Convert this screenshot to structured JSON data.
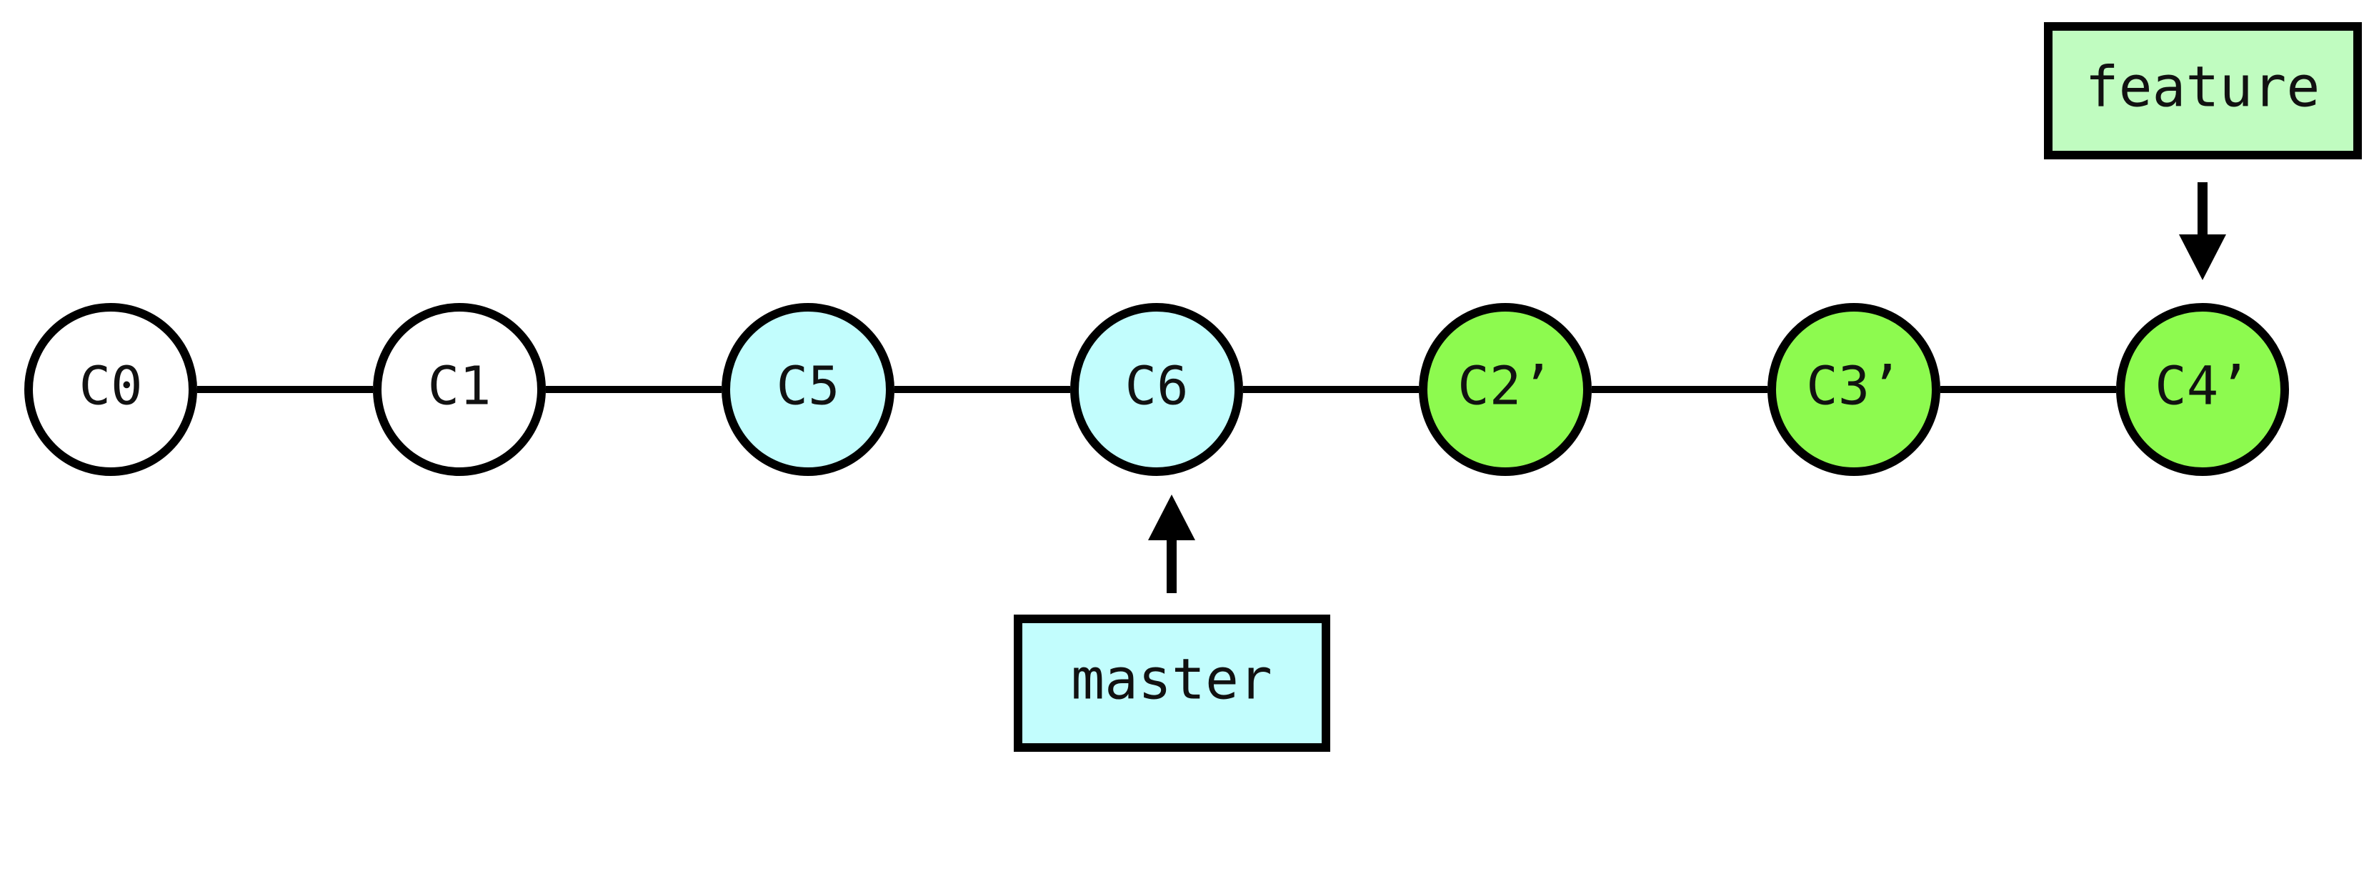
{
  "commits": [
    {
      "id": "C0",
      "label": "C0",
      "fill": "#ffffff"
    },
    {
      "id": "C1",
      "label": "C1",
      "fill": "#ffffff"
    },
    {
      "id": "C5",
      "label": "C5",
      "fill": "#c2fdfd"
    },
    {
      "id": "C6",
      "label": "C6",
      "fill": "#c2fdfd"
    },
    {
      "id": "C2p",
      "label": "C2’",
      "fill": "#8dfa4f"
    },
    {
      "id": "C3p",
      "label": "C3’",
      "fill": "#8dfa4f"
    },
    {
      "id": "C4p",
      "label": "C4’",
      "fill": "#8dfa4f"
    }
  ],
  "edges": [
    [
      "C0",
      "C1"
    ],
    [
      "C1",
      "C5"
    ],
    [
      "C5",
      "C6"
    ],
    [
      "C6",
      "C2p"
    ],
    [
      "C2p",
      "C3p"
    ],
    [
      "C3p",
      "C4p"
    ]
  ],
  "branches": [
    {
      "name": "master",
      "label": "master",
      "fill": "#c2fdfd",
      "points_to": "C6"
    },
    {
      "name": "feature",
      "label": "feature",
      "fill": "#c0fcc0",
      "points_to": "C4p"
    }
  ],
  "colors": {
    "stroke": "#000000",
    "text": "#111111"
  }
}
